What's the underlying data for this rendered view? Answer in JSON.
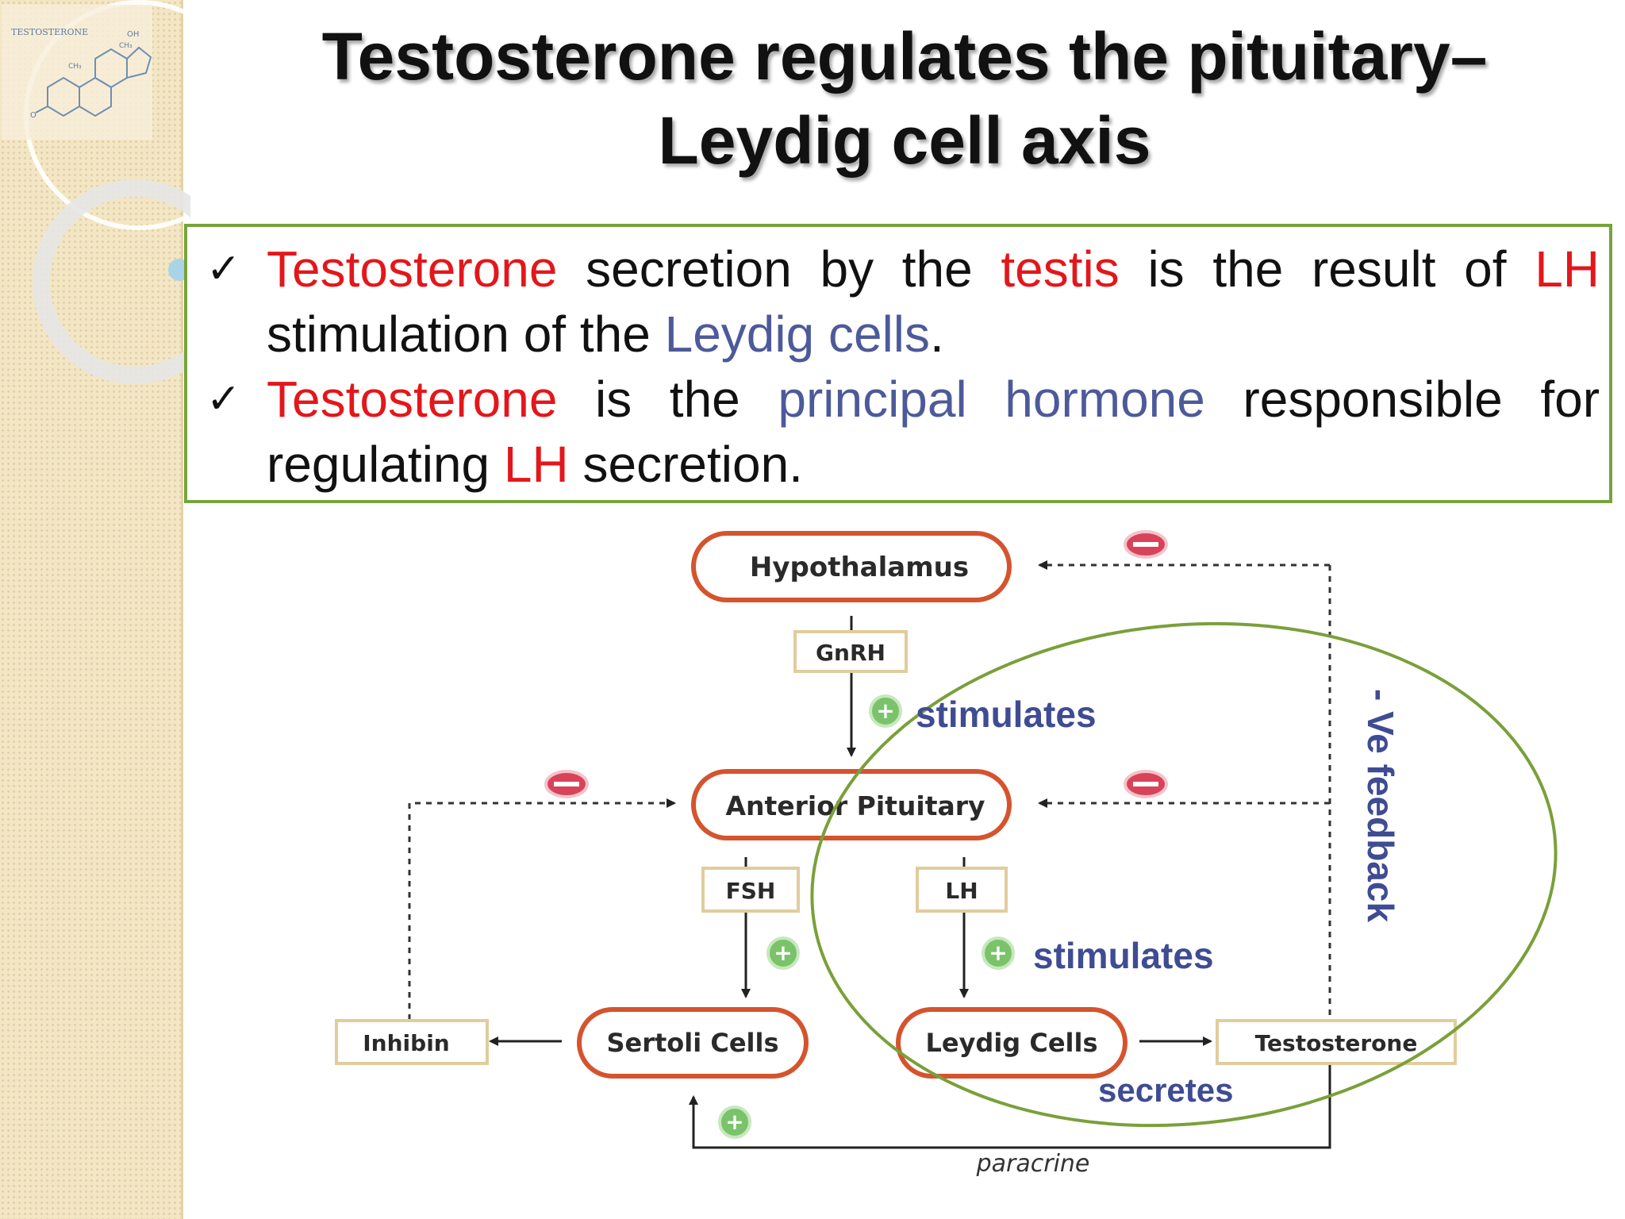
{
  "title": {
    "line1": "Testosterone regulates the pituitary–",
    "line2": "Leydig cell axis"
  },
  "sidebar": {
    "logo_text": "TESTOSTERONE",
    "logo_label_oh": "OH",
    "logo_label_ch3": "CH₃",
    "logo_label_o": "O"
  },
  "bullets": [
    {
      "segments": [
        {
          "text": "Testosterone",
          "color": "red"
        },
        {
          "text": " secretion by the ",
          "color": "black"
        },
        {
          "text": "testis",
          "color": "red"
        },
        {
          "text": " is the result of ",
          "color": "black"
        },
        {
          "text": "LH",
          "color": "red"
        },
        {
          "text": " stimulation of the ",
          "color": "black"
        },
        {
          "text": "Leydig cells",
          "color": "blue"
        },
        {
          "text": ".",
          "color": "black"
        }
      ]
    },
    {
      "segments": [
        {
          "text": "Testosterone",
          "color": "red"
        },
        {
          "text": " is the ",
          "color": "black"
        },
        {
          "text": "principal hormone",
          "color": "blue"
        },
        {
          "text": " responsible for regulating ",
          "color": "black"
        },
        {
          "text": "LH",
          "color": "red"
        },
        {
          "text": " secretion.",
          "color": "black"
        }
      ]
    }
  ],
  "diagram": {
    "nodes": {
      "hypothalamus": "Hypothalamus",
      "anterior_pituitary": "Anterior Pituitary",
      "sertoli": "Sertoli Cells",
      "leydig": "Leydig Cells"
    },
    "boxes": {
      "gnrh": "GnRH",
      "fsh": "FSH",
      "lh": "LH",
      "inhibin": "Inhibin",
      "testosterone": "Testosterone"
    },
    "annotations": {
      "stimulates_1": "stimulates",
      "stimulates_2": "stimulates",
      "secretes": "secretes",
      "feedback": "- Ve feedback",
      "paracrine": "paracrine"
    },
    "signs": {
      "plus": "+",
      "minus": "−"
    }
  },
  "colors": {
    "red": "#e3171b",
    "blue": "#4d5a9a",
    "box_border": "#77a33b",
    "ellipse": "#7aa03a",
    "node_border": "#d4542e",
    "plus_fill": "#7ac36a",
    "minus_fill": "#d9435a"
  }
}
